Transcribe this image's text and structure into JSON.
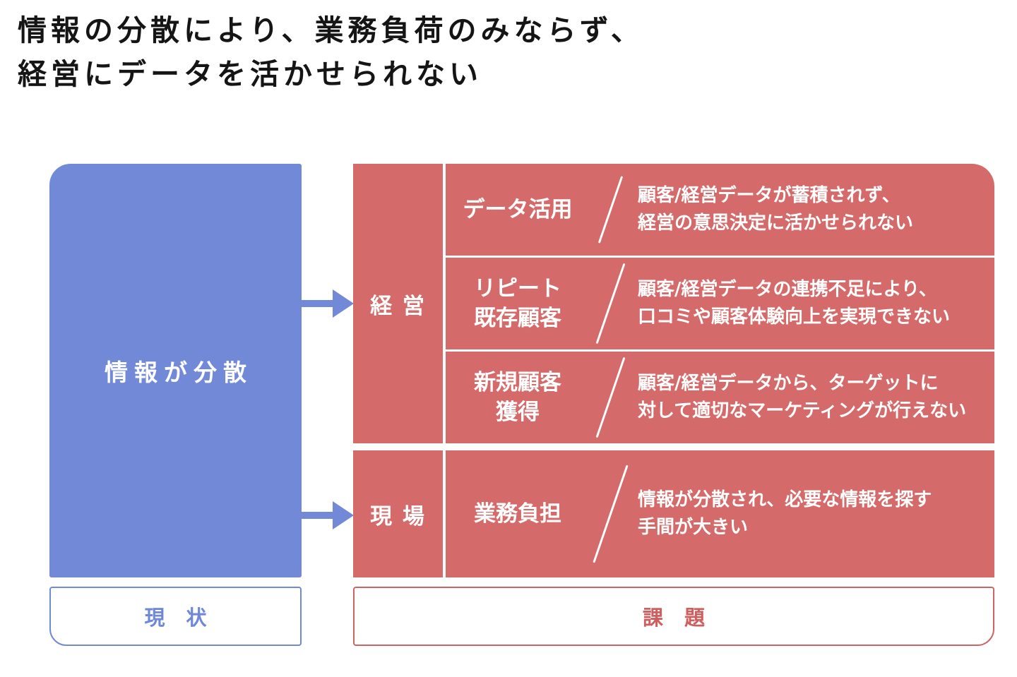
{
  "title": {
    "line1": "情報の分散により、業務負荷のみならず、",
    "line2": "経営にデータを活かせられない"
  },
  "colors": {
    "blue": "#7189D6",
    "red": "#D56A6A",
    "red_outline": "#D06363",
    "blue_text": "#6F88D8",
    "red_text": "#CF5E5E",
    "title": "#151515"
  },
  "current_state": {
    "box_label": "情報が分散",
    "footer_label": "現 状"
  },
  "issues": {
    "footer_label": "課 題",
    "groups": [
      {
        "name": "経 営",
        "rows": [
          {
            "label_line1": "データ活用",
            "label_line2": "",
            "desc_line1": "顧客/経営データが蓄積されず、",
            "desc_line2": "経営の意思決定に活かせられない"
          },
          {
            "label_line1": "リピート",
            "label_line2": "既存顧客",
            "desc_line1": "顧客/経営データの連携不足により、",
            "desc_line2": "口コミや顧客体験向上を実現できない"
          },
          {
            "label_line1": "新規顧客",
            "label_line2": "獲得",
            "desc_line1": "顧客/経営データから、ターゲットに",
            "desc_line2": "対して適切なマーケティングが行えない"
          }
        ]
      },
      {
        "name": "現 場",
        "rows": [
          {
            "label_line1": "業務負担",
            "label_line2": "",
            "desc_line1": "情報が分散され、必要な情報を探す",
            "desc_line2": "手間が大きい"
          }
        ]
      }
    ]
  }
}
